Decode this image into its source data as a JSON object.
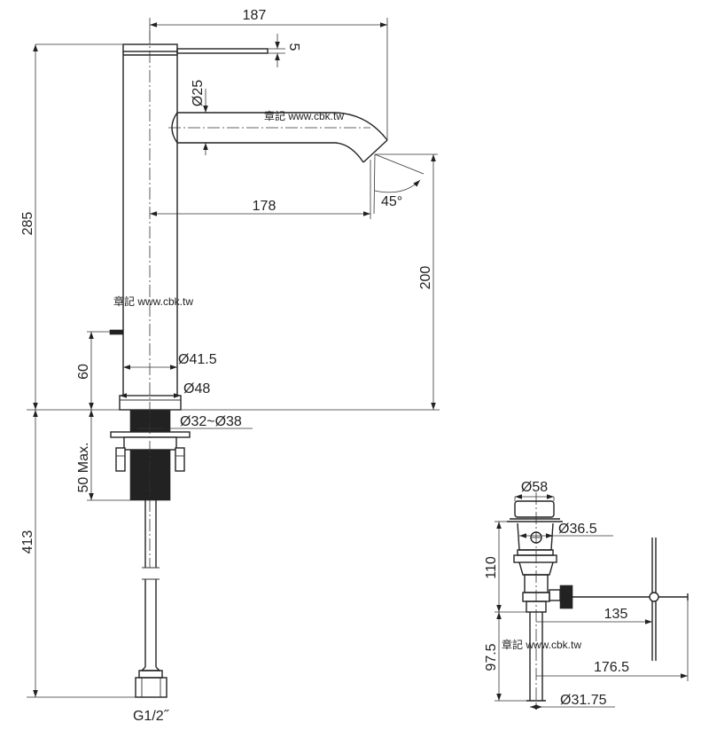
{
  "labels": {
    "d187": "187",
    "d5": "5",
    "dia25": "Ø25",
    "d178": "178",
    "a45": "45°",
    "d285": "285",
    "d200": "200",
    "d60": "60",
    "dia41_5": "Ø41.5",
    "dia48": "Ø48",
    "dia32_38": "Ø32~Ø38",
    "d50max": "50 Max.",
    "d413": "413",
    "g12": "G1/2˝",
    "dia58": "Ø58",
    "dia36_5": "Ø36.5",
    "d110": "110",
    "d135": "135",
    "d97_5": "97.5",
    "d176_5": "176.5",
    "dia31_75": "Ø31.75"
  },
  "watermark": "章記 www.cbk.tw",
  "colors": {
    "line": "#222222",
    "background": "#ffffff"
  }
}
